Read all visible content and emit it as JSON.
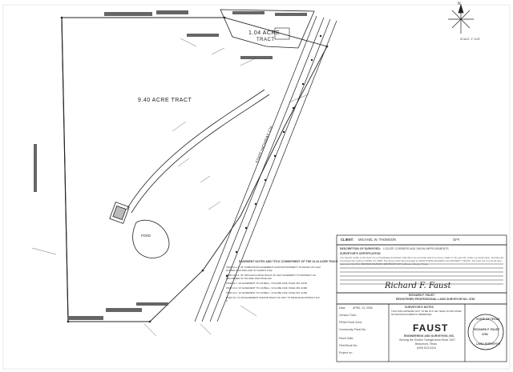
{
  "tracts": {
    "main": "9.40 ACRE TRACT",
    "upper": "1.04 ACRE",
    "upper_sub": "TRACT"
  },
  "road": {
    "name": "STATE HIGHWAY 124"
  },
  "features": {
    "pond": "POND"
  },
  "north_arrow": {
    "label": "N",
    "scale": "SCALE: 1\"=100'"
  },
  "client": {
    "label": "CLIENT:",
    "name": "MICHAEL W. THOMSON",
    "gf_label": "GF#"
  },
  "description": {
    "heading": "DESCRIPTION OF SURVEYED:",
    "note": "LOCATE CORNERS AND SHOW IMPROVEMENTS",
    "section": "SURVEYOR'S CERTIFICATION",
    "body": "I do hereby certify, to the best of my knowledge and belief, that this is an accurate plat of a survey made on the ground, under my supervision, showing all improvements, being of APRIL 13, 2005. The above tract being located at 11603 STATE HIGHWAY 124 FANNETT, TEXAS. The tract out of a 10.44 acre tract out of the R.A. BOWMAN SURVEY ABSTRACT 137, Jefferson County, Texas."
  },
  "notes": {
    "easement": "EASEMENT NOTES AND TITLE COMMITMENT OF THE 10.44 ACRE TRACT",
    "items": [
      "ITEM 10.a.1: 25' SUBDIVISION EASEMENT ACROSS PROPERTY IN FAVOR OF GULF STATES UTILITIES AND IN CLERK'S FILE",
      "ITEM 10.a.2: 30' NON-EXCLUSIVE RIGHT OF WAY EASEMENT TO ENTERGY AS RECORDED IN VOLUME 1646 PAGE 222",
      "ITEM 10.c: 10' EASEMENT TO HS BELL, VOLUME 1946, PAGE 451 JCDR",
      "ITEM 10.d: 10' EASEMENT TO HS BELL, VOLUME 1946, PAGE 453 JCDR",
      "ITEM 10.e: 10' EASEMENT TO HS BELL, VOLUME 1946, PAGE 541 JCDR",
      "ITEM 10.f: FLOW EASEMENT AND/OR RIGHT OF WAY TO DRAINAGE DISTRICT NO. 6"
    ]
  },
  "signature": {
    "cursive": "Richard F. Faust",
    "name": "RICHARD F. FAUST",
    "title": "REGISTERED PROFESSIONAL LAND SURVEYOR NO. 4782"
  },
  "surveyor_notes": {
    "heading": "SURVEYOR'S NOTES",
    "text": "THIS SITE APPEARS NOT TO BE IN A 100 YEAR FLOOD ZONE. NO ENCROACHMENTS OBSERVED."
  },
  "info": {
    "date_label": "Date:",
    "date": "APRIL 13, 2005",
    "census_label": "Census Tract:",
    "fema_label": "FEMA Flood Zone:",
    "community_label": "Community Panel No.:",
    "panel_label": "Panel Date:",
    "field_label": "Field Book No.:",
    "project_label": "Project no.:"
  },
  "company": {
    "name": "FAUST",
    "line1": "ENGINEERING AND SURVEYING, INC.",
    "line2": "Serving the Golden Triangle Area Since 1927",
    "line3": "Beaumont, Texas",
    "line4": "(409) 813-3410"
  },
  "seal": {
    "top": "STATE OF TEXAS",
    "middle": "RICHARD F. FAUST",
    "number": "4782",
    "bottom": "LAND SURVEYOR"
  }
}
